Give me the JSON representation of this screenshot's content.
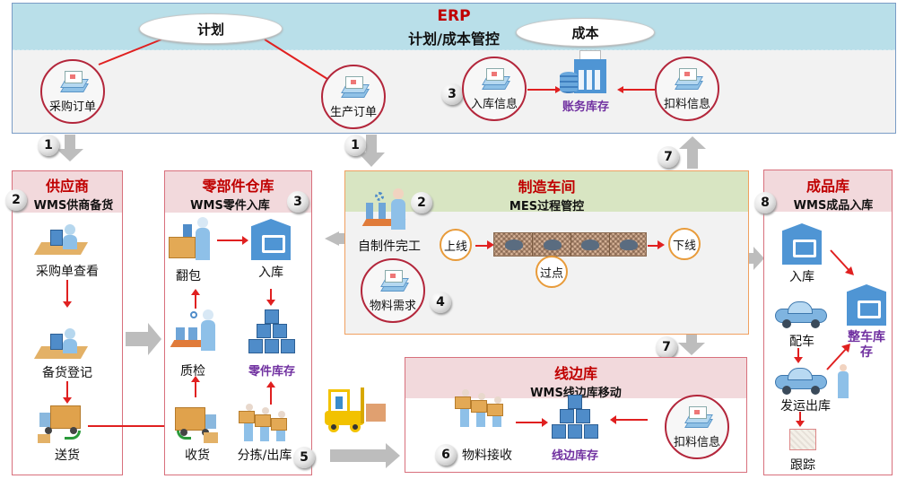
{
  "erp": {
    "title": "ERP",
    "subtitle": "计划/成本管控",
    "ellipse_plan": "计划",
    "ellipse_cost": "成本",
    "purchase_order": "采购订单",
    "production_order": "生产订单",
    "inbound_info": "入库信息",
    "account_inventory": "账务库存",
    "deduction_info": "扣料信息",
    "badge_3": "3"
  },
  "steps": {
    "s1a": "1",
    "s1b": "1",
    "s2a": "2",
    "s2b": "2",
    "s3": "3",
    "s4": "4",
    "s5": "5",
    "s6": "6",
    "s7a": "7",
    "s7b": "7",
    "s8": "8"
  },
  "supplier": {
    "title": "供应商",
    "subtitle": "WMS供商备货",
    "items": [
      "采购单查看",
      "备货登记",
      "送货"
    ]
  },
  "parts_warehouse": {
    "title": "零部件仓库",
    "subtitle": "WMS零件入库",
    "unpack": "翻包",
    "inbound": "入库",
    "qc": "质检",
    "parts_inventory": "零件库存",
    "receive": "收货",
    "pick_out": "分拣/出库"
  },
  "workshop": {
    "title": "制造车间",
    "subtitle": "MES过程管控",
    "self_made_done": "自制件完工",
    "material_demand": "物料需求",
    "online": "上线",
    "checkpoint": "过点",
    "offline": "下线"
  },
  "lineside": {
    "title": "线边库",
    "subtitle": "WMS线边库移动",
    "material_receive": "物料接收",
    "lineside_inventory": "线边库存",
    "deduction_info": "扣料信息"
  },
  "finished": {
    "title": "成品库",
    "subtitle": "WMS成品入库",
    "inbound": "入库",
    "match_car": "配车",
    "vehicle_inventory": "整车库存",
    "ship_out": "发运出库",
    "track": "跟踪"
  },
  "colors": {
    "erp_header": "#b9dfe9",
    "title_red": "#c00000",
    "inventory_purple": "#7030a0",
    "flow_red": "#e02020",
    "arrow_gray": "#bdbdbd",
    "box_pink": "#f2d9dc",
    "mes_green": "#d8e5c2"
  }
}
